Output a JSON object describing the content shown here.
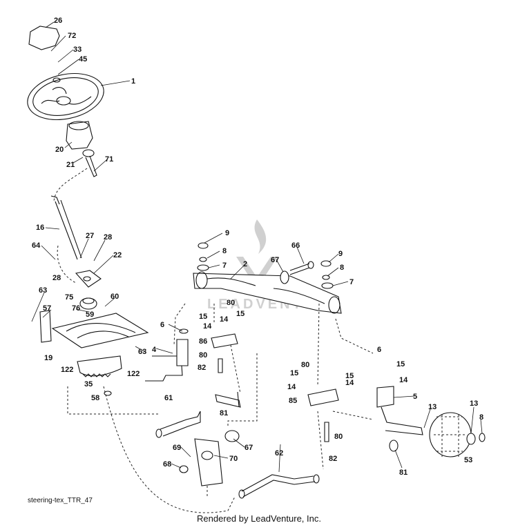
{
  "diagram": {
    "id_label": "steering-tex_TTR_47",
    "footer": "Rendered by LeadVenture, Inc.",
    "watermark_text": "LEADVENTURE",
    "callouts": [
      "26",
      "72",
      "33",
      "45",
      "1",
      "20",
      "21",
      "71",
      "16",
      "64",
      "27",
      "28",
      "28",
      "22",
      "75",
      "60",
      "76",
      "59",
      "63",
      "57",
      "19",
      "122",
      "122",
      "35",
      "58",
      "63",
      "9",
      "8",
      "7",
      "66",
      "67",
      "2",
      "9",
      "8",
      "7",
      "6",
      "15",
      "14",
      "15",
      "14",
      "80",
      "86",
      "4",
      "80",
      "82",
      "81",
      "61",
      "80",
      "15",
      "14",
      "15",
      "14",
      "85",
      "80",
      "82",
      "6",
      "15",
      "14",
      "5",
      "13",
      "13",
      "8",
      "53",
      "81",
      "62",
      "69",
      "68",
      "70",
      "67"
    ]
  }
}
